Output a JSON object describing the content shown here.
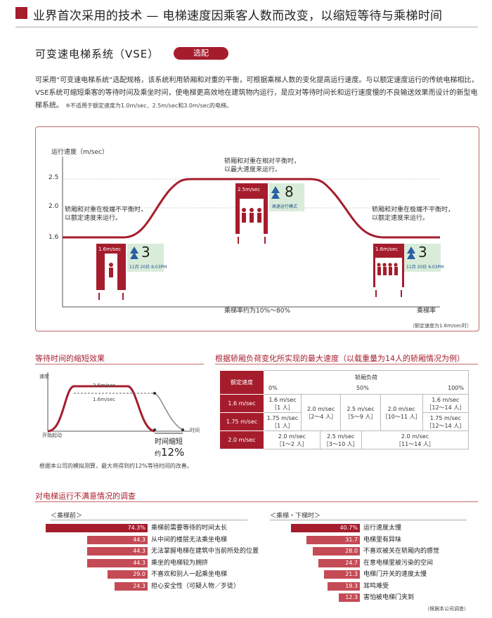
{
  "header": {
    "title": "业界首次采用的技术 — 电梯速度因乘客人数而改变，以缩短等待与乘梯时间"
  },
  "vse": {
    "title": "可变速电梯系统（VSE）",
    "badge": "选配",
    "intro": "可采用“可变速电梯系统”选配规格，该系统利用轿厢和对重的平衡，可根据乘梯人数的变化提高运行速度。与以额定速度运行的传统电梯相比，VSE系统可缩短乘客的等待时间及乘坐时间，使电梯更高效地在建筑物内运行，是应对等待时间长和运行速度慢的不良输送效果而设计的新型电梯系统。",
    "note": "※不适用于额定速度为1.0m/sec．2.5m/sec和3.0m/sec的电梯。"
  },
  "speed_chart": {
    "y_title": "运行速度（m/sec）",
    "y_ticks": [
      "2.5",
      "2.0",
      "1.6"
    ],
    "label_left": [
      "轿厢和对重在极端不平衡时，",
      "以额定速度来运行。"
    ],
    "label_mid": [
      "轿厢和对重在相对平衡时，",
      "以最大速度来运行。"
    ],
    "label_right": [
      "轿厢和对重在极端不平衡时，",
      "以额定速度来运行。"
    ],
    "x_note": "乘梯率约为10%～80%",
    "x_title": "乘梯率",
    "footnote": "（额定速度为1.6m/sec时）",
    "cars": [
      {
        "speed": "1.6m/sec",
        "floor": "3",
        "date": "11月 20日  6:03PM"
      },
      {
        "speed": "2.5m/sec",
        "floor": "8",
        "date": "高速运行模式"
      },
      {
        "speed": "1.6m/sec",
        "floor": "3",
        "date": "11月 20日  6:03PM"
      }
    ]
  },
  "wait": {
    "title": "等待时间的缩短效果",
    "y_label": "速度",
    "high": "2.5m/sec",
    "low": "1.6m/sec",
    "start": "开始起动",
    "time": "时间",
    "reduce_l1": "时间缩短",
    "reduce_pre": "约",
    "reduce_val": "12%",
    "note": "根据本公司的模拟测算，最大将得到约12%等待时间的改善。"
  },
  "load": {
    "title": "根据轿厢负荷变化所实现的最大速度（以载重量为14人的轿厢情况为例）",
    "h_rated": "额定速度",
    "h_load": "轿厢负荷",
    "p0": "0%",
    "p50": "50%",
    "p100": "100%",
    "r1": "1.6 m/sec",
    "r2": "1.75 m/sec",
    "r3": "2.0 m/sec",
    "c11": "1.6 m/sec",
    "c11b": "［1 人］",
    "c21": "1.75 m/sec",
    "c21b": "［1 人］",
    "m1": "2.0 m/sec",
    "m1b": "［2～4 人］",
    "m2": "2.5 m/sec",
    "m2b": "［5～9 人］",
    "m3": "2.0 m/sec",
    "m3b": "［10～11 人］",
    "c14": "1.6 m/sec",
    "c14b": "［12～14 人］",
    "c24": "1.75 m/sec",
    "c24b": "［12～14 人］",
    "d1": "2.0 m/sec",
    "d1b": "［1～2 人］",
    "d2": "2.5 m/sec",
    "d2b": "［3～10 人］",
    "d3": "2.0 m/sec",
    "d3b": "［11～14 人］"
  },
  "survey": {
    "title": "对电梯运行不满意情况的调查",
    "before_title": "＜乘梯前＞",
    "during_title": "＜乘梯・下梯时＞",
    "source": "（根据本公司调查）",
    "before": [
      {
        "value": "74.3%",
        "label": "乘梯前需要等待的时间太长"
      },
      {
        "value": "44.3",
        "label": "从中间的楼层无法乘坐电梯"
      },
      {
        "value": "44.3",
        "label": "无法掌握电梯在建筑中当前所处的位置"
      },
      {
        "value": "44.3",
        "label": "乘坐的电梯较为拥挤"
      },
      {
        "value": "29.0",
        "label": "不喜欢和别人一起乘坐电梯"
      },
      {
        "value": "24.3",
        "label": "担心安全性（可疑人物／歹徒）"
      }
    ],
    "during": [
      {
        "value": "40.7%",
        "label": "运行速度太慢"
      },
      {
        "value": "31.7",
        "label": "电梯里有异味"
      },
      {
        "value": "28.0",
        "label": "不喜欢被关在轿厢内的感觉"
      },
      {
        "value": "24.7",
        "label": "在意电梯里被污染的空间"
      },
      {
        "value": "21.3",
        "label": "电梯门开关的速度太慢"
      },
      {
        "value": "19.3",
        "label": "耳鸣难受"
      },
      {
        "value": "12.3",
        "label": "害怕被电梯门夹到"
      }
    ]
  },
  "colors": {
    "accent": "#a51d2d",
    "bar_light": "#d9a5a5",
    "display_bg": "#d9ecd9"
  }
}
